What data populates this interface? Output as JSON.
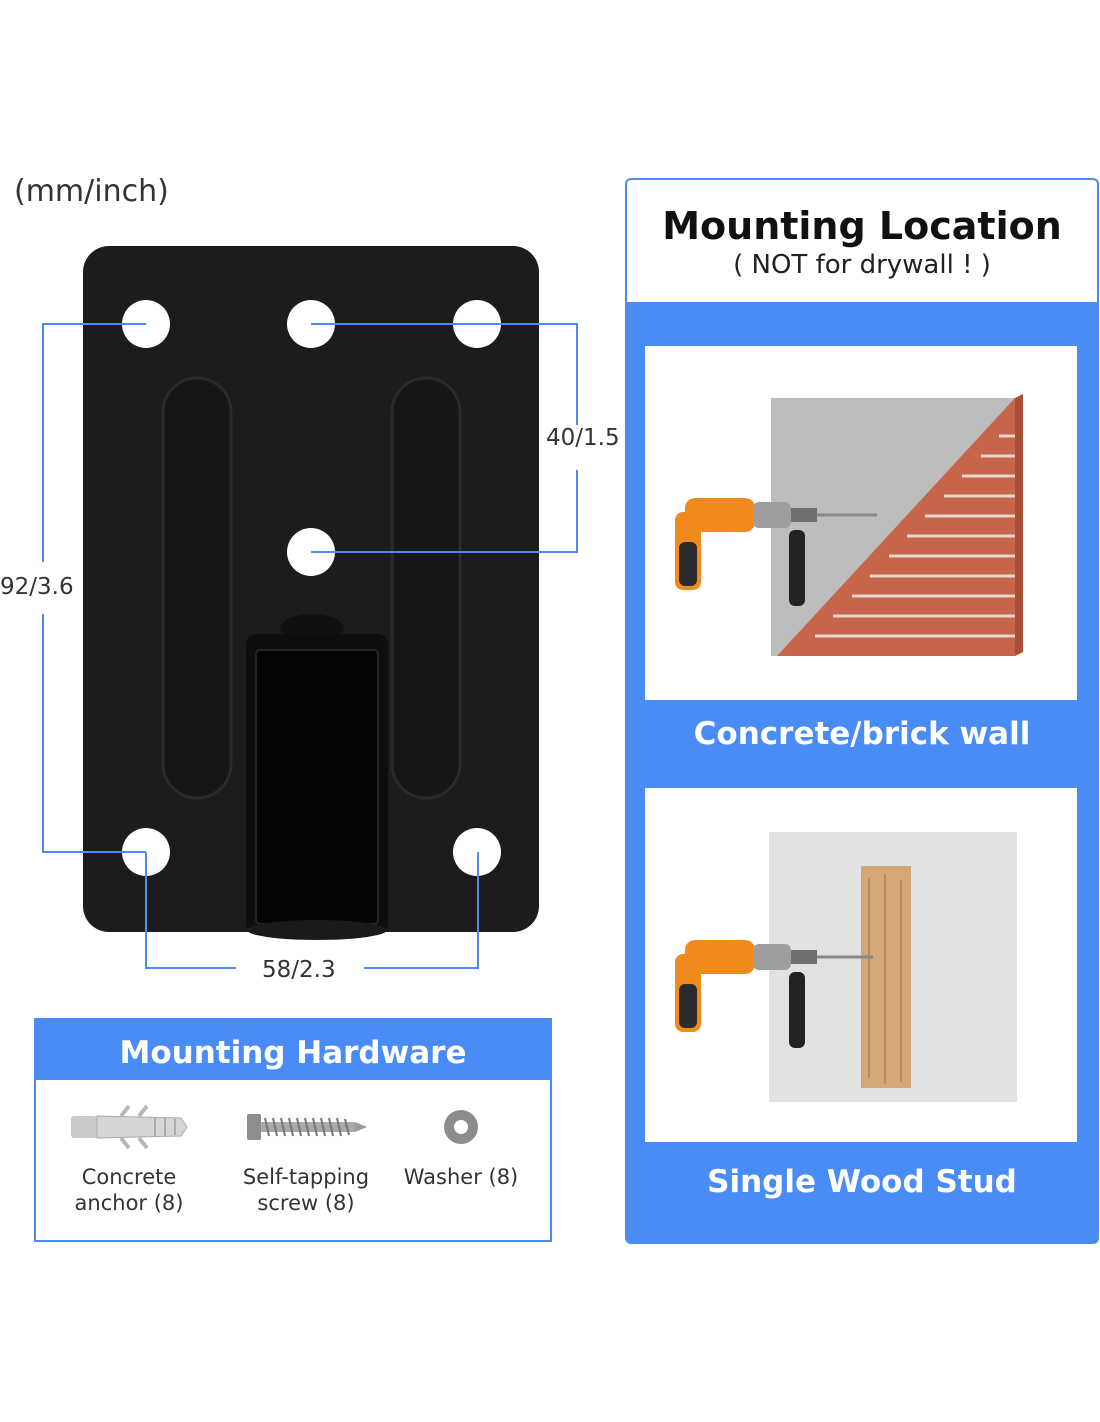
{
  "units_label": "(mm/inch)",
  "dimensions": {
    "top_spacing": "40/1.5",
    "height": "92/3.6",
    "width": "58/2.3"
  },
  "hardware": {
    "title": "Mounting Hardware",
    "items": [
      {
        "line1": "Concrete",
        "line2": "anchor (8)",
        "icon": "anchor-icon"
      },
      {
        "line1": "Self-tapping",
        "line2": "screw (8)",
        "icon": "screw-icon"
      },
      {
        "line1": "Washer (8)",
        "line2": "",
        "icon": "washer-icon"
      }
    ]
  },
  "location": {
    "title": "Mounting Location",
    "subtitle": "( NOT for drywall ! )",
    "options": [
      {
        "caption": "Concrete/brick wall",
        "image": "drill-brick-wall"
      },
      {
        "caption": "Single Wood Stud",
        "image": "drill-wood-stud"
      }
    ]
  },
  "colors": {
    "accent": "#4a8cf6",
    "plate": "#1c1c1c",
    "drill": "#f08a1c"
  }
}
